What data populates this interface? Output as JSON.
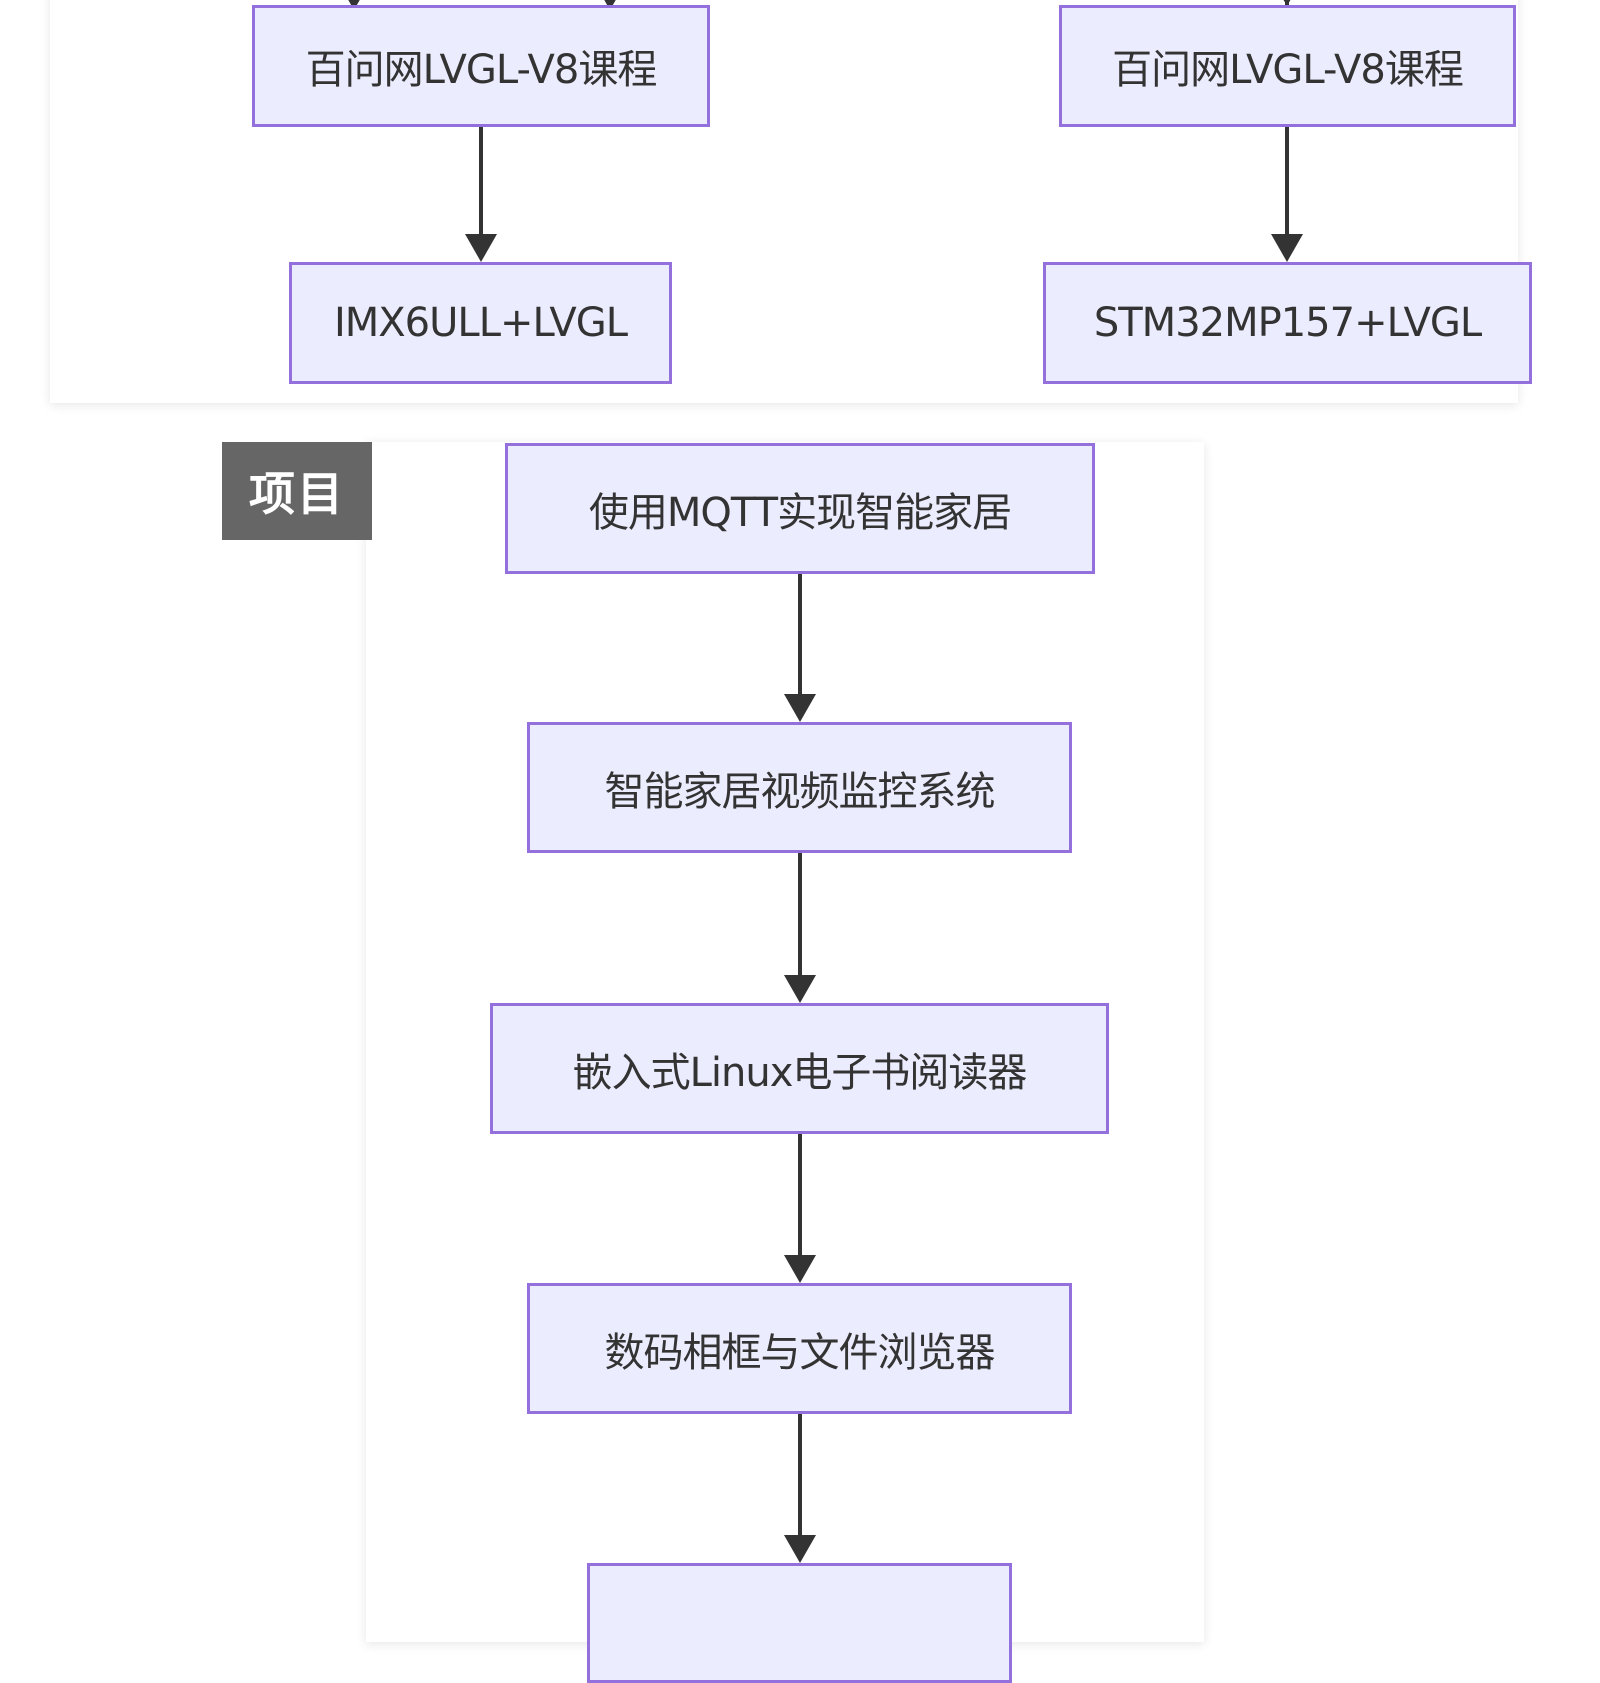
{
  "diagram": {
    "type": "flowchart",
    "direction": "top-to-bottom",
    "colors": {
      "node_fill": "#ececff",
      "node_border": "#9370db",
      "edge": "#333333",
      "node_text": "#333333",
      "section_label_bg": "#666666",
      "section_label_text": "#ffffff"
    },
    "top_section": {
      "left_branch": {
        "nodes": [
          "百问网LVGL-V8课程",
          "IMX6ULL+LVGL"
        ]
      },
      "right_branch": {
        "nodes": [
          "百问网LVGL-V8课程",
          "STM32MP157+LVGL"
        ]
      }
    },
    "project_section": {
      "label": "项目",
      "nodes": [
        "使用MQTT实现智能家居",
        "智能家居视频监控系统",
        "嵌入式Linux电子书阅读器",
        "数码相框与文件浏览器",
        ""
      ]
    },
    "edges": [
      {
        "from": "百问网LVGL-V8课程 (left)",
        "to": "IMX6ULL+LVGL"
      },
      {
        "from": "百问网LVGL-V8课程 (right)",
        "to": "STM32MP157+LVGL"
      },
      {
        "from": "使用MQTT实现智能家居",
        "to": "智能家居视频监控系统"
      },
      {
        "from": "智能家居视频监控系统",
        "to": "嵌入式Linux电子书阅读器"
      },
      {
        "from": "嵌入式Linux电子书阅读器",
        "to": "数码相框与文件浏览器"
      },
      {
        "from": "数码相框与文件浏览器",
        "to": "(next node, cut off)"
      }
    ]
  }
}
